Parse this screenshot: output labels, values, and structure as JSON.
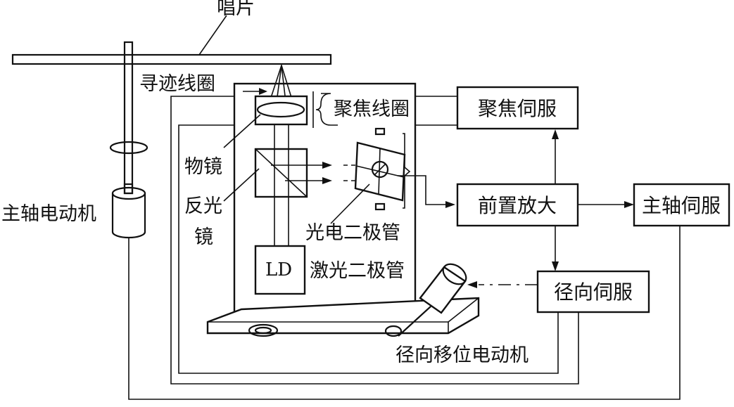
{
  "labels": {
    "record": "唱片",
    "tracking_coil": "寻迹线圈",
    "focus_coil": "聚焦线圈",
    "objective_lens": "物镜",
    "reflector_1": "反光",
    "reflector_2": "镜",
    "photodiode": "光电二极管",
    "laser_diode": "激光二极管",
    "ld": "LD",
    "spindle_motor": "主轴电动机",
    "radial_motor": "径向移位电动机"
  },
  "boxes": {
    "focus_servo": "聚焦伺服",
    "preamp": "前置放大",
    "spindle_servo": "主轴伺服",
    "radial_servo": "径向伺服"
  },
  "colors": {
    "stroke": "#111111",
    "background": "#ffffff"
  }
}
